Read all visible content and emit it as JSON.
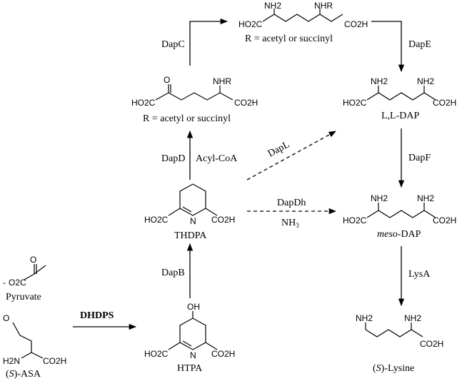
{
  "compounds": {
    "succinyl_dap": {
      "nh2": "NH2",
      "nhr": "NHR",
      "left_acid": "HO2C",
      "right_acid": "CO2H",
      "caption": "R = acetyl or succinyl"
    },
    "acyl_intermediate": {
      "o": "O",
      "nhr": "NHR",
      "left_acid": "HO2C",
      "right_acid": "CO2H",
      "caption": "R = acetyl or succinyl"
    },
    "ll_dap": {
      "nh2_left": "NH2",
      "nh2_right": "NH2",
      "left_acid": "HO2C",
      "right_acid": "CO2H",
      "caption": "L,L-DAP"
    },
    "meso_dap": {
      "nh2_left": "NH2",
      "nh2_right": "NH2",
      "left_acid": "HO2C",
      "right_acid": "CO2H",
      "caption_prefix": "meso",
      "caption_suffix": "-DAP"
    },
    "thdpa": {
      "n": "N",
      "left_acid": "HO2C",
      "right_acid": "CO2H",
      "caption": "THDPA"
    },
    "htpa": {
      "oh": "OH",
      "n": "N",
      "left_acid": "HO2C",
      "right_acid": "CO2H",
      "caption": "HTPA"
    },
    "pyruvate": {
      "minus": "-",
      "o2c": "O2C",
      "o": "O",
      "caption": "Pyruvate"
    },
    "asa": {
      "o": "O",
      "nh2": "H2N",
      "acid": "CO2H",
      "caption_prefix": "(",
      "caption_s": "S",
      "caption_suffix": ")-ASA"
    },
    "lysine": {
      "nh2_left": "NH2",
      "nh2_right": "NH2",
      "acid": "CO2H",
      "caption_prefix": "(",
      "caption_s": "S",
      "caption_suffix": ")-Lysine"
    }
  },
  "enzymes": {
    "dapc": "DapC",
    "dape": "DapE",
    "dapf": "DapF",
    "dapd": "DapD",
    "acyl_coa": "Acyl-CoA",
    "dapl": "DapL",
    "dapdh": "DapDh",
    "nh3": "NH3",
    "dapb": "DapB",
    "lysa": "LysA",
    "dhdps": "DHDPS"
  }
}
